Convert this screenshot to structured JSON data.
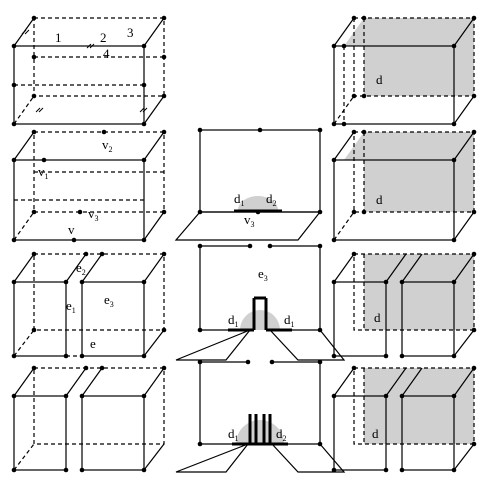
{
  "labels": {
    "edge_1": "1",
    "edge_2": "2",
    "edge_3": "3",
    "edge_4": "4",
    "d": "d",
    "d1": "d",
    "d1_sub": "1",
    "d2": "d",
    "d2_sub": "2",
    "v1": "v",
    "v1_sub": "1",
    "v2": "v",
    "v2_sub": "2",
    "v3": "v",
    "v3_sub": "3",
    "e": "e",
    "e1_sub": "1",
    "e2_sub": "2",
    "e3_sub": "3"
  },
  "colors": {
    "line": "#000000",
    "shade": "#d0d0d0"
  }
}
